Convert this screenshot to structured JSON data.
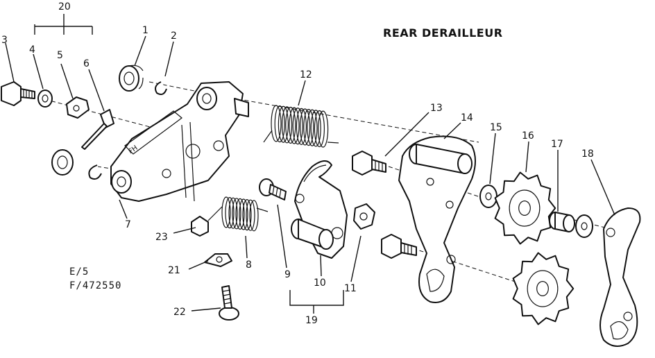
{
  "title": "REAR DERAILLEUR",
  "code_lines": [
    "E/5",
    "F/472550"
  ],
  "callouts": {
    "c1": "1",
    "c2": "2",
    "c3": "3",
    "c4": "4",
    "c5": "5",
    "c6": "6",
    "c7": "7",
    "c8": "8",
    "c9": "9",
    "c10": "10",
    "c11": "11",
    "c12": "12",
    "c13": "13",
    "c14": "14",
    "c15": "15",
    "c16": "16",
    "c17": "17",
    "c18": "18",
    "c19": "19",
    "c20": "20",
    "c21": "21",
    "c22": "22",
    "c23": "23"
  }
}
